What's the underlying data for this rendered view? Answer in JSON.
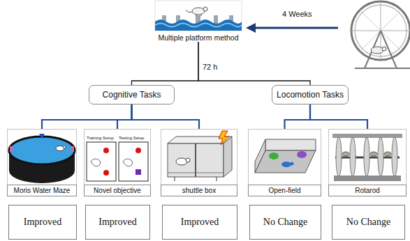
{
  "diagram": {
    "nodes": [
      {
        "text": [
          "Multiple platform method"
        ]
      },
      {
        "text": [
          "Cognitive Tasks"
        ]
      },
      {
        "text": [
          "Locomotion Tasks"
        ]
      },
      {
        "text": [
          "Moris Water Maze"
        ]
      },
      {
        "text": [
          "Novel objective"
        ]
      },
      {
        "text": [
          "shuttle box"
        ]
      },
      {
        "text": [
          "Open-field"
        ]
      },
      {
        "text": [
          "Rotarod"
        ]
      },
      {
        "text": [
          "Improved"
        ]
      },
      {
        "text": [
          "Improved"
        ]
      },
      {
        "text": [
          "Improved"
        ]
      },
      {
        "text": [
          "No Change"
        ]
      },
      {
        "text": [
          "No Change"
        ]
      }
    ],
    "edges": [
      {
        "from": 0,
        "to": 1,
        "arrow": "none"
      },
      {
        "from": 0,
        "to": 2,
        "arrow": "none"
      },
      {
        "from": 1,
        "to": 3,
        "arrow": "none"
      },
      {
        "from": 1,
        "to": 4,
        "arrow": "none"
      },
      {
        "from": 1,
        "to": 5,
        "arrow": "none"
      },
      {
        "from": 2,
        "to": 6,
        "arrow": "none"
      },
      {
        "from": 2,
        "to": 7,
        "arrow": "none"
      }
    ],
    "labels": [
      "4 Weeks",
      "72 h",
      "Training Setup",
      "Testing Setup"
    ]
  }
}
